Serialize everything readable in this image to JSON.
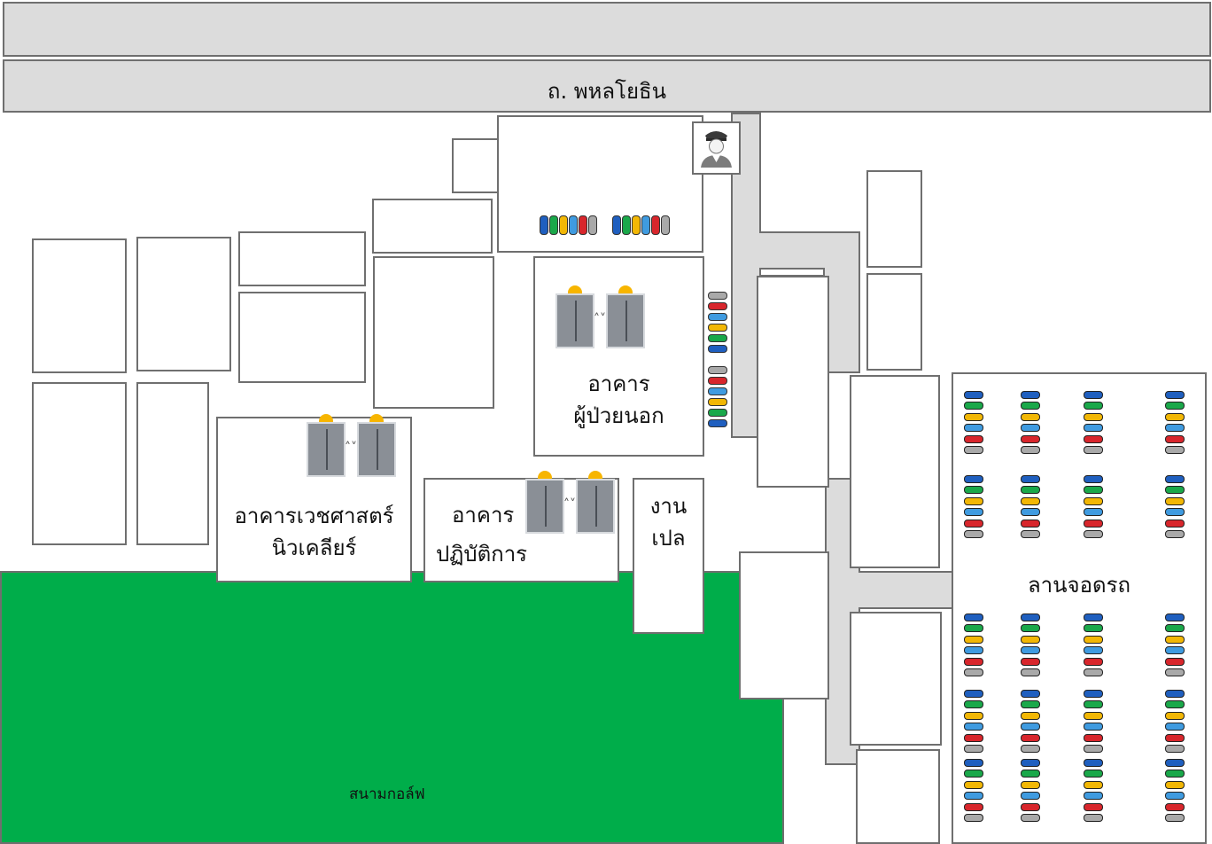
{
  "roads": {
    "main_road_label": "ถ. พหลโยธิน"
  },
  "buildings": {
    "outpatient": {
      "line1": "อาคาร",
      "line2": "ผู้ป่วยนอก"
    },
    "nuclear_medicine": {
      "line1": "อาคารเวชศาสตร์",
      "line2": "นิวเคลียร์"
    },
    "laboratory": {
      "line1": "อาคาร",
      "line2": "ปฏิบัติการ"
    },
    "cremation": {
      "line1": "งาน",
      "line2": "เปล"
    }
  },
  "areas": {
    "parking_lot": "ลานจอดรถ",
    "golf_course": "สนามกอล์ฟ"
  },
  "icons": {
    "guard": "security-guard-icon",
    "elevator": "elevator-icon",
    "car": "car-icon"
  },
  "colors": {
    "road": "#dcdcdc",
    "golf": "#00ad4a",
    "outline": "#6f6f6f",
    "car_blue": "#1f5fbf",
    "car_green": "#1aa84a",
    "car_yellow": "#f2b705",
    "car_light_blue": "#3f9be0",
    "car_red": "#d8262c",
    "car_gray": "#a9a9a9"
  }
}
